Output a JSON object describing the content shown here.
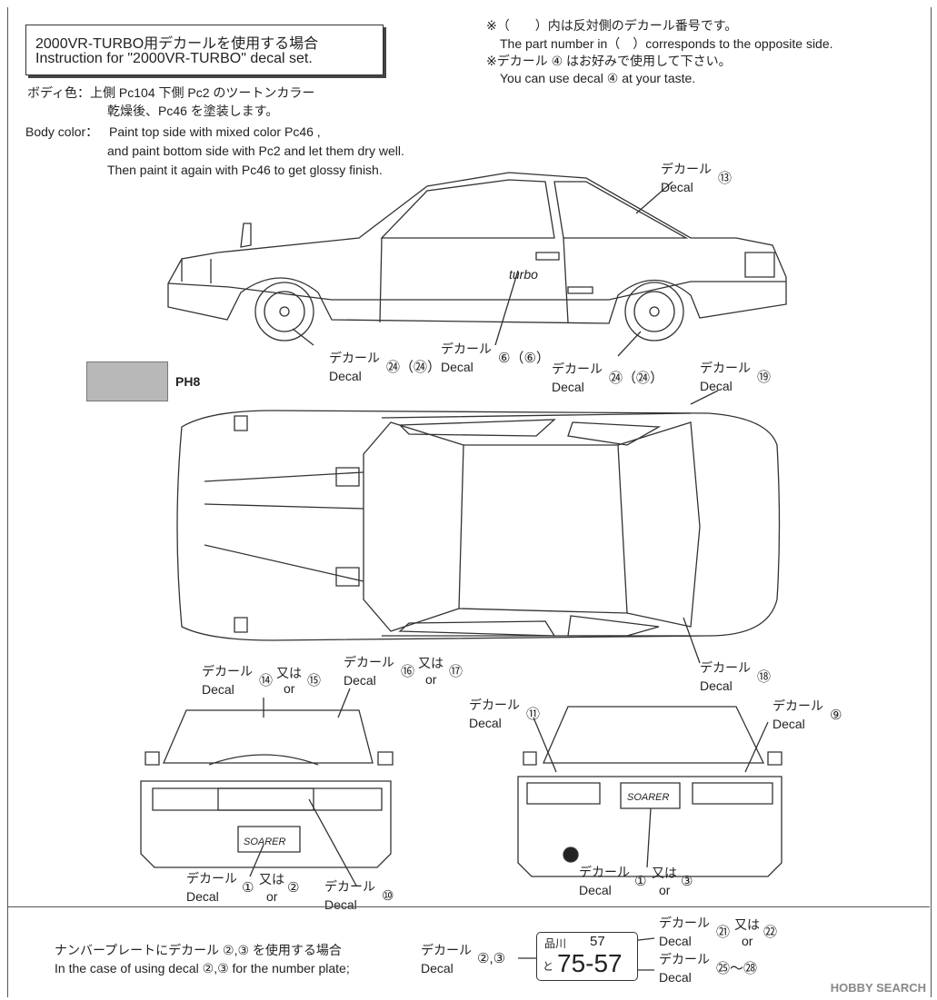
{
  "title": {
    "jp": "2000VR-TURBO用デカールを使用する場合",
    "en": "Instruction for \"2000VR-TURBO\" decal set."
  },
  "notes": {
    "n1_jp": "※（　　）内は反対側のデカール番号です。",
    "n1_en": "The part number in（　）corresponds to the opposite side.",
    "n2_jp": "※デカール ④ はお好みで使用して下さい。",
    "n2_en": "You can use decal ④ at your taste."
  },
  "body_color": {
    "jp1": "ボディ色：上側 Pc104 下側 Pc2 のツートンカラー",
    "jp2": "乾燥後、Pc46 を塗装します。",
    "en_label": "Body color：",
    "en1": "Paint top side with mixed color Pc46 ,",
    "en2": "and paint bottom side with Pc2 and let them dry well.",
    "en3": "Then paint it again with Pc46 to get glossy finish."
  },
  "swatch_label": "PH8",
  "side_view": {
    "car_text": "turbo",
    "callouts": [
      {
        "jp": "デカール",
        "en": "Decal",
        "num": "⑬"
      },
      {
        "jp": "デカール",
        "en": "Decal",
        "num": "㉔（㉔）"
      },
      {
        "jp": "デカール",
        "en": "Decal",
        "num": "⑥（⑥）"
      },
      {
        "jp": "デカール",
        "en": "Decal",
        "num": "㉔（㉔）"
      },
      {
        "jp": "デカール",
        "en": "Decal",
        "num": "⑲"
      }
    ]
  },
  "top_view": {
    "callout": {
      "jp": "デカール",
      "en": "Decal",
      "num": "⑱"
    }
  },
  "front_view": {
    "plate_text": "SOARER",
    "callouts": [
      {
        "jp": "デカール",
        "en": "Decal",
        "num": "⑭",
        "or": "又は",
        "or_en": "or",
        "alt": "⑮"
      },
      {
        "jp": "デカール",
        "en": "Decal",
        "num": "⑯",
        "or": "又は",
        "or_en": "or",
        "alt": "⑰"
      },
      {
        "jp": "デカール",
        "en": "Decal",
        "num": "①",
        "or": "又は",
        "or_en": "or",
        "alt": "②"
      },
      {
        "jp": "デカール",
        "en": "Decal",
        "num": "⑩"
      }
    ]
  },
  "rear_view": {
    "plate_text": "SOARER",
    "callouts": [
      {
        "jp": "デカール",
        "en": "Decal",
        "num": "⑪"
      },
      {
        "jp": "デカール",
        "en": "Decal",
        "num": "⑨"
      },
      {
        "jp": "デカール",
        "en": "Decal",
        "num": "①",
        "or": "又は",
        "or_en": "or",
        "alt": "③"
      }
    ]
  },
  "footer": {
    "jp": "ナンバープレートにデカール ②,③ を使用する場合",
    "en": "In the case of using decal ②,③ for the number plate;",
    "left_jp": "デカール",
    "left_en": "Decal",
    "left_num": "②,③",
    "plate": {
      "region": "品川",
      "cls": "57",
      "kana": "と",
      "number": "75-57"
    },
    "right1_jp": "デカール",
    "right1_en": "Decal",
    "right1_num": "㉑",
    "right1_or": "又は",
    "right1_or_en": "or",
    "right1_alt": "㉒",
    "right2_jp": "デカール",
    "right2_en": "Decal",
    "right2_num": "㉕～㉘"
  },
  "watermark": "HOBBY SEARCH"
}
